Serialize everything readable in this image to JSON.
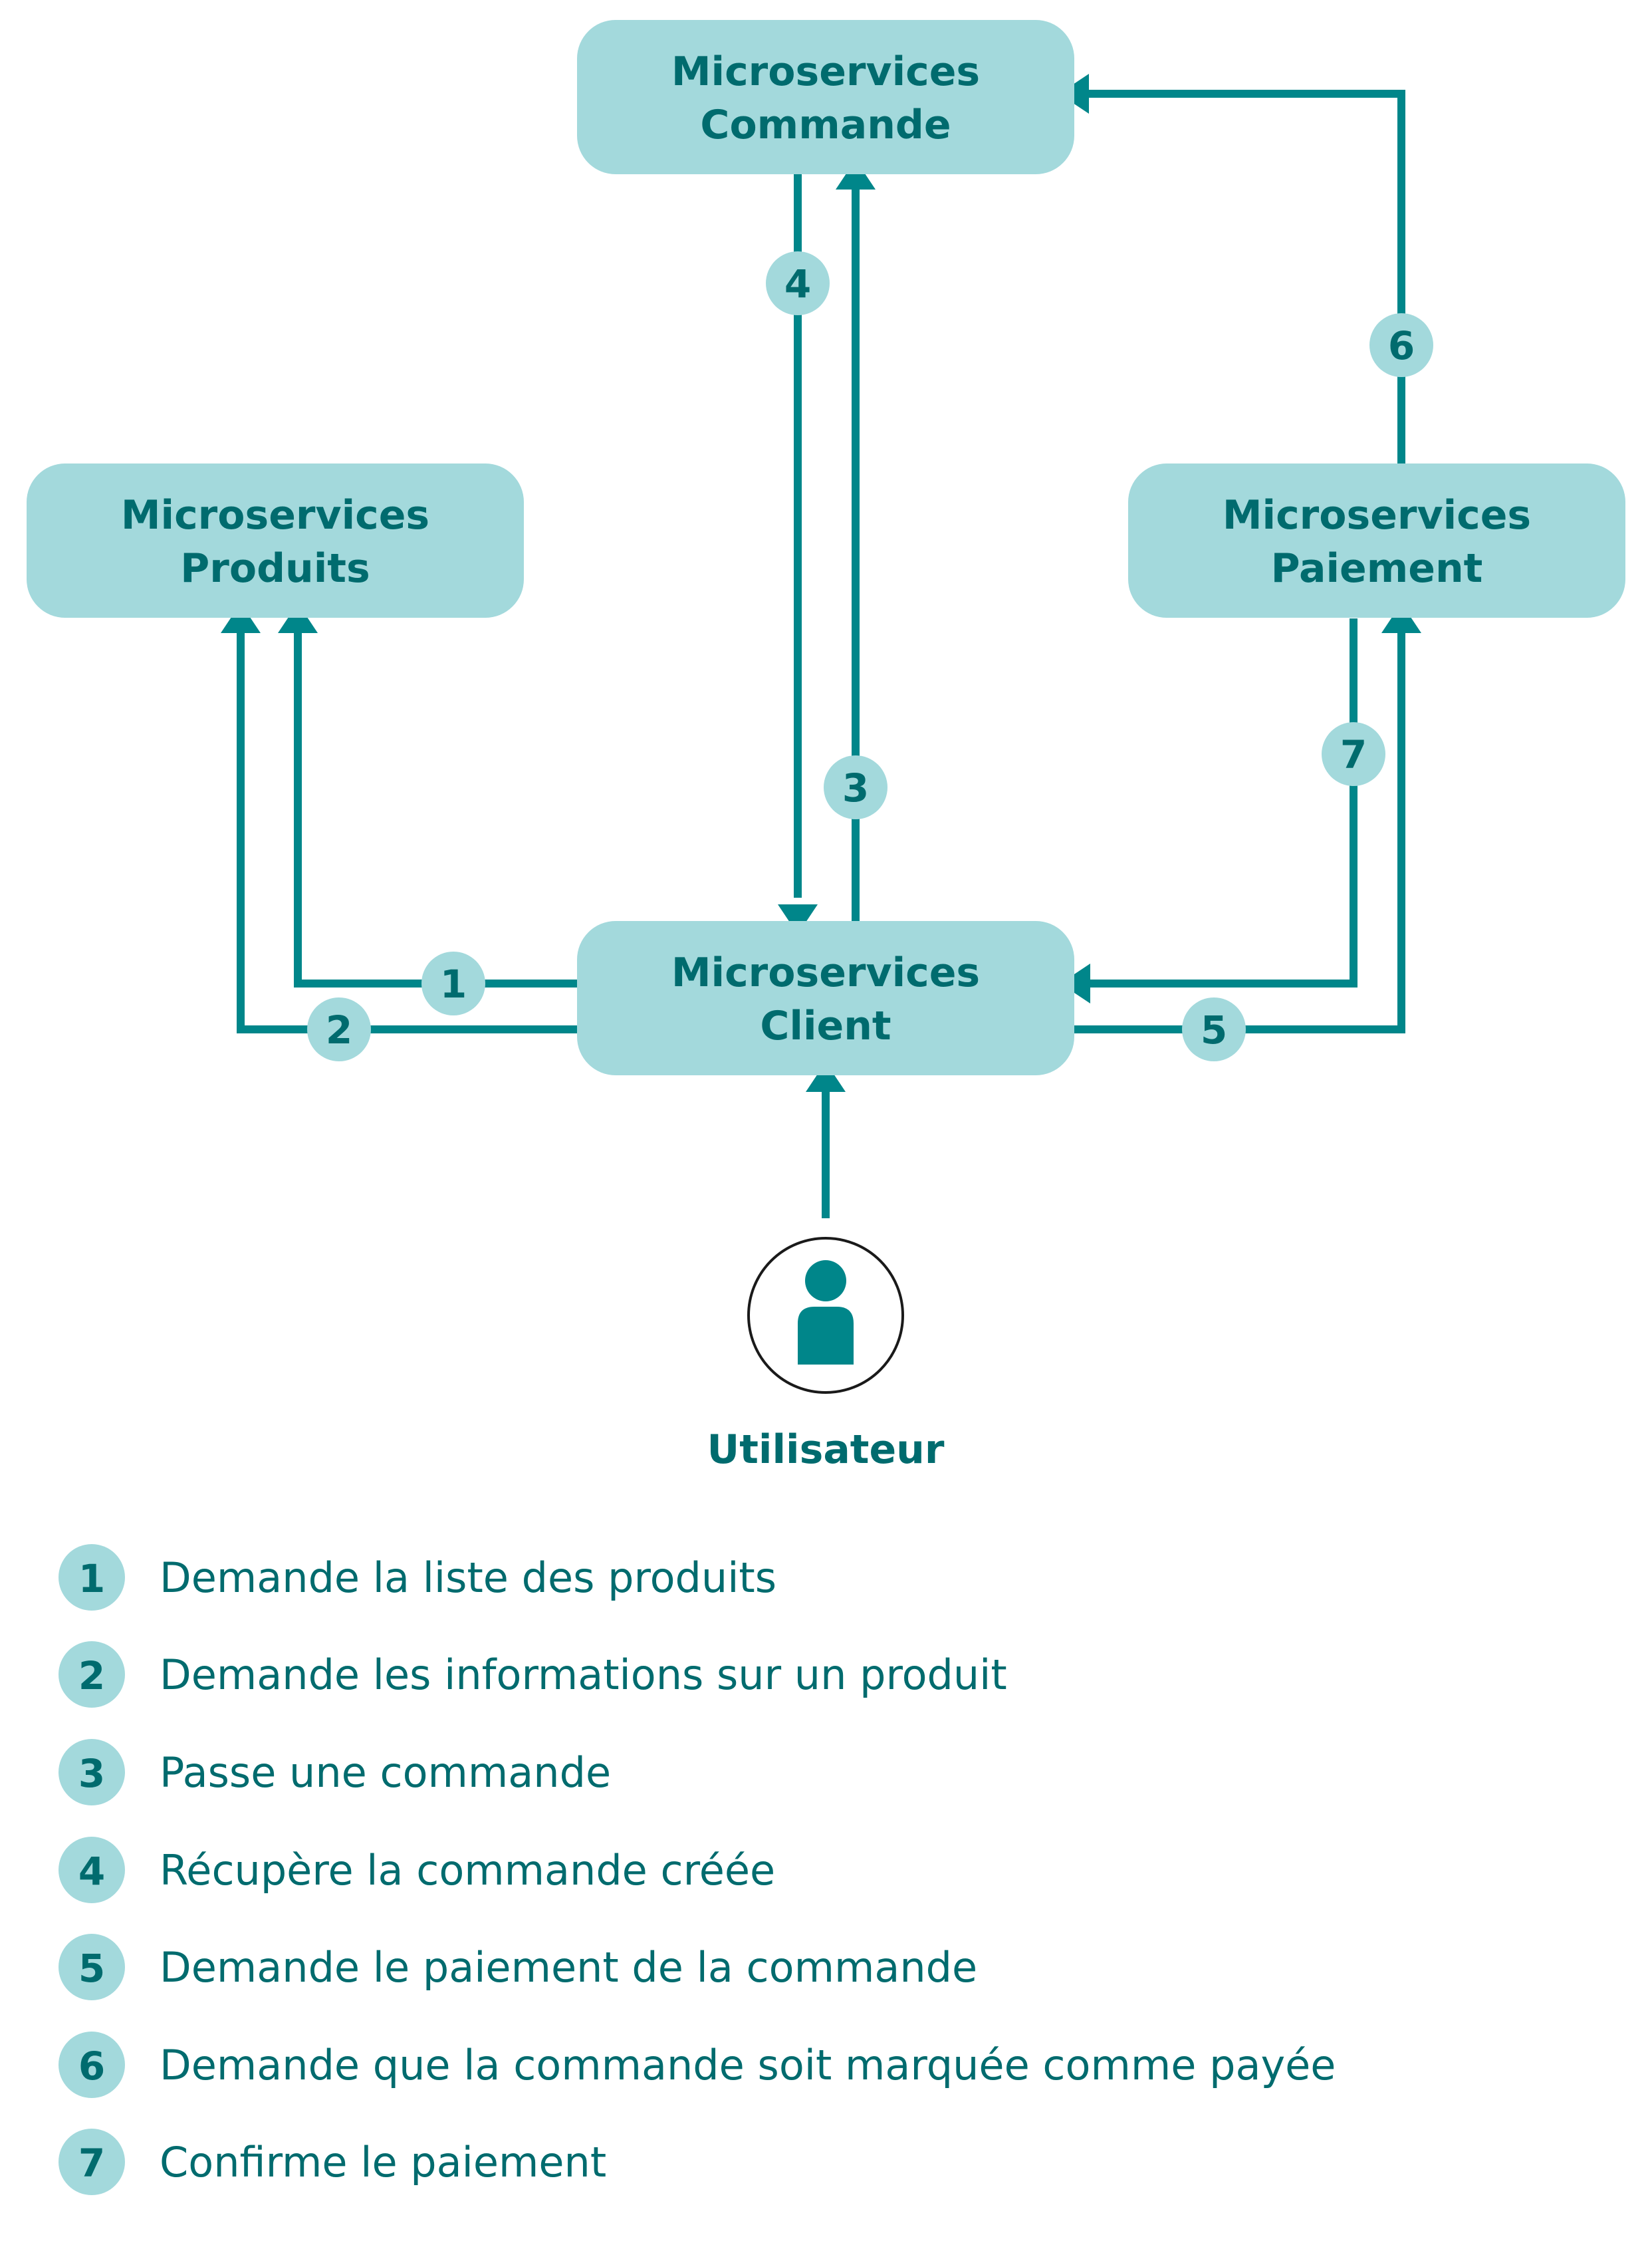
{
  "colors": {
    "node_fill": "#a3d9dc",
    "arrow": "#00868a",
    "text": "#006b6e",
    "badge_fill": "#a3d9dc",
    "user_icon": "#00868a"
  },
  "nodes": {
    "commande": {
      "line1": "Microservices",
      "line2": "Commande"
    },
    "produits": {
      "line1": "Microservices",
      "line2": "Produits"
    },
    "paiement": {
      "line1": "Microservices",
      "line2": "Paiement"
    },
    "client": {
      "line1": "Microservices",
      "line2": "Client"
    }
  },
  "user": {
    "label": "Utilisateur",
    "icon": "user-icon"
  },
  "badges": {
    "b1": "1",
    "b2": "2",
    "b3": "3",
    "b4": "4",
    "b5": "5",
    "b6": "6",
    "b7": "7"
  },
  "legend": [
    {
      "number": "1",
      "text": "Demande la liste des produits"
    },
    {
      "number": "2",
      "text": "Demande les informations sur un produit"
    },
    {
      "number": "3",
      "text": "Passe une commande"
    },
    {
      "number": "4",
      "text": "Récupère la commande créée"
    },
    {
      "number": "5",
      "text": "Demande le paiement de la commande"
    },
    {
      "number": "6",
      "text": "Demande que la commande soit marquée comme payée"
    },
    {
      "number": "7",
      "text": "Confirme le paiement"
    }
  ]
}
